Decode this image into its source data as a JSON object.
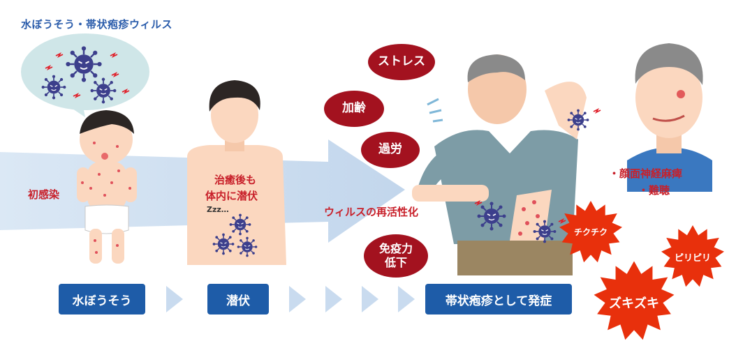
{
  "title": "水ぼうそう・帯状疱疹ウィルス",
  "labels": {
    "initial_infection": "初感染",
    "latent_line1": "治癒後も",
    "latent_line2": "体内に潜伏",
    "sleep": "Zzz…",
    "reactivation": "ウィルスの再活性化",
    "complication_line1": "・顔面神経麻痺",
    "complication_line2": "・難聴"
  },
  "triggers": [
    {
      "text": "ストレス"
    },
    {
      "text": "加齢"
    },
    {
      "text": "過労"
    },
    {
      "line1": "免疫力",
      "line2": "低下"
    }
  ],
  "stages": [
    "水ぼうそう",
    "潜伏",
    "帯状疱疹として発症"
  ],
  "pain_words": [
    "チクチク",
    "ピリピリ",
    "ズキズキ"
  ],
  "colors": {
    "stage_box": "#1e5ca8",
    "trigger_bubble": "#a3121f",
    "burst": "#e8300c",
    "title": "#2a5cab",
    "arrow": "#c9dbef",
    "virus": "#3c3f8c"
  }
}
